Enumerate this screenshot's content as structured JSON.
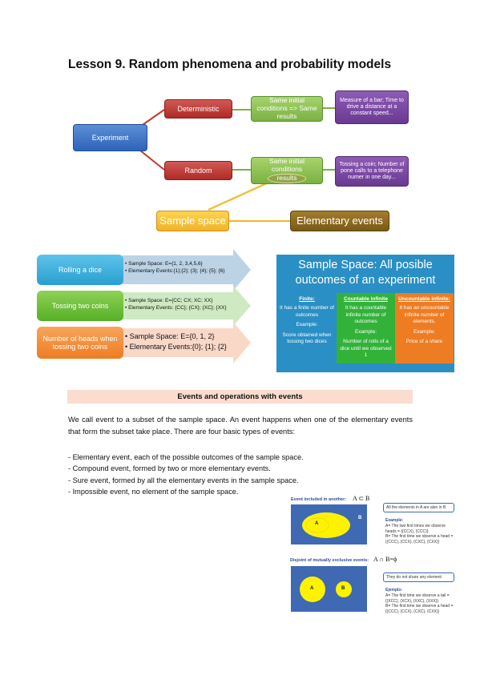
{
  "title": "Lesson 9. Random phenomena and probability models",
  "diagram": {
    "experiment": "Experiment",
    "deterministic": "Deterministic",
    "random": "Random",
    "same_results": "Same initial conditions => Same results",
    "random_condition_prefix": "Same initial conditions",
    "random_condition_oval": "results",
    "det_example": "Measure of a bar; Time to drive a distance at a constant speed...",
    "rand_example": "Tossing a coin; Number of pone calls to a telephone numer in one day...",
    "sample_space": "Sample space",
    "elementary_events": "Elementary events"
  },
  "examples": [
    {
      "label": "Rolling a dice",
      "line1": "• Sample Space: E={1, 2, 3,4,5,6}",
      "line2": "• Elementary Events:{1};{2}; {3}; {4}; {5}; {6}"
    },
    {
      "label": "Tossing two coins",
      "line1": "• Sample Space:  E={CC; CX; XC; XX}",
      "line2": "• Elementary Events: {CC}; {CX}; {XC}; {XX}"
    },
    {
      "label": "Number of heads when tossing two coins",
      "line1": "• Sample Space: E={0, 1, 2}",
      "line2": "• Elementary Events:{0}; {1}; {2}"
    }
  ],
  "sample_space_panel": {
    "heading": "Sample Space: All posible outcomes of an experiment",
    "columns": [
      {
        "title": "Finite:",
        "desc": "It has a finite number of outcomes",
        "ex_label": "Example:",
        "example": "Score obtained when tossing two dices"
      },
      {
        "title": "Countable infinite",
        "desc": "It has a countable infinite number of outcomes",
        "ex_label": "Example:",
        "example": "Number of rolls of a dice until we observed 1"
      },
      {
        "title": "Uncountable infinite:",
        "desc": "It has an uncountable infinite number of elements.",
        "ex_label": "Example:",
        "example": "Price of a share"
      }
    ]
  },
  "section_heading": "Events and operations with events",
  "paragraph": "We call event to a subset of the sample space. An event happens when one of the elementary events that form the subset take place. There are four basic types of events:",
  "event_types": [
    "- Elementary event, each of the possible outcomes of the sample space.",
    "- Compound event, formed by two or more elementary events.",
    "- Sure event, formed by all the elementary events in the sample space.",
    "- Impossible event, no element of the sample space."
  ],
  "inclusion": {
    "label": "Event included in another:",
    "symbol": "A ⊂ B",
    "desc": "All the elements in A are also in B",
    "ex_label": "Example:",
    "ex_a": "A= The two first times we observe heads = {(CCX), (CCC)}",
    "ex_b": "B= The first time we observe a head = {(CCC), (CCX), (CXC), (CXX)}",
    "a": "A",
    "b": "B"
  },
  "disjoint": {
    "label": "Disjoint of mutually exclusive events:",
    "symbol": "A ∩ B=ϕ",
    "desc": "They do not share any element",
    "ex_label": "Ejemplo:",
    "ex_a": "A= The first time we observe a tail = {(XCC), (XCX), (XXC), (XXX)}",
    "ex_b": "B= The first time we observe a head = {(CCC), (CCX), (CXC), (CXX)}",
    "a": "A",
    "b": "B"
  }
}
